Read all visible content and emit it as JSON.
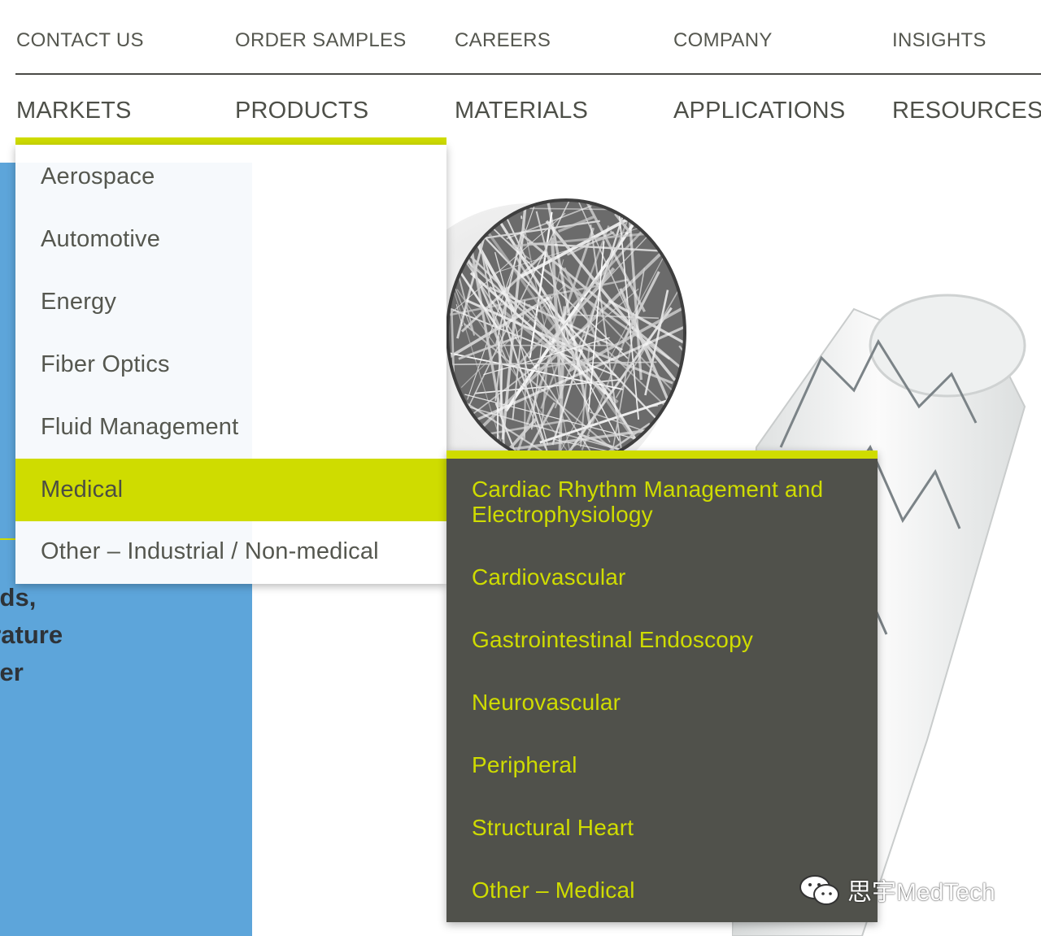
{
  "utility_nav": {
    "items": [
      {
        "label": "CONTACT US"
      },
      {
        "label": "ORDER SAMPLES"
      },
      {
        "label": "CAREERS"
      },
      {
        "label": "COMPANY"
      },
      {
        "label": "INSIGHTS"
      }
    ]
  },
  "main_nav": {
    "items": [
      {
        "label": "MARKETS"
      },
      {
        "label": "PRODUCTS"
      },
      {
        "label": "MATERIALS"
      },
      {
        "label": "APPLICATIONS"
      },
      {
        "label": "RESOURCES"
      }
    ],
    "active": "MARKETS"
  },
  "markets_dropdown": {
    "items": [
      {
        "label": "Aerospace"
      },
      {
        "label": "Automotive"
      },
      {
        "label": "Energy"
      },
      {
        "label": "Fiber Optics"
      },
      {
        "label": "Fluid Management"
      },
      {
        "label": "Medical"
      },
      {
        "label": "Other – Industrial / Non-medical"
      }
    ],
    "active": "Medical"
  },
  "medical_submenu": {
    "items": [
      {
        "label": "Cardiac Rhythm Management and Electrophysiology"
      },
      {
        "label": "Cardiovascular"
      },
      {
        "label": "Gastrointestinal Endoscopy"
      },
      {
        "label": "Neurovascular"
      },
      {
        "label": "Peripheral"
      },
      {
        "label": "Structural Heart"
      },
      {
        "label": "Other – Medical"
      }
    ]
  },
  "hero": {
    "lines": [
      "olds,",
      "erature",
      "ider"
    ]
  },
  "watermark": {
    "text": "思宇MedTech"
  },
  "colors": {
    "accent": "#cfdc00",
    "submenu_bg": "#50514b",
    "hero_blue": "#5da5da",
    "nav_text": "#55574f"
  }
}
